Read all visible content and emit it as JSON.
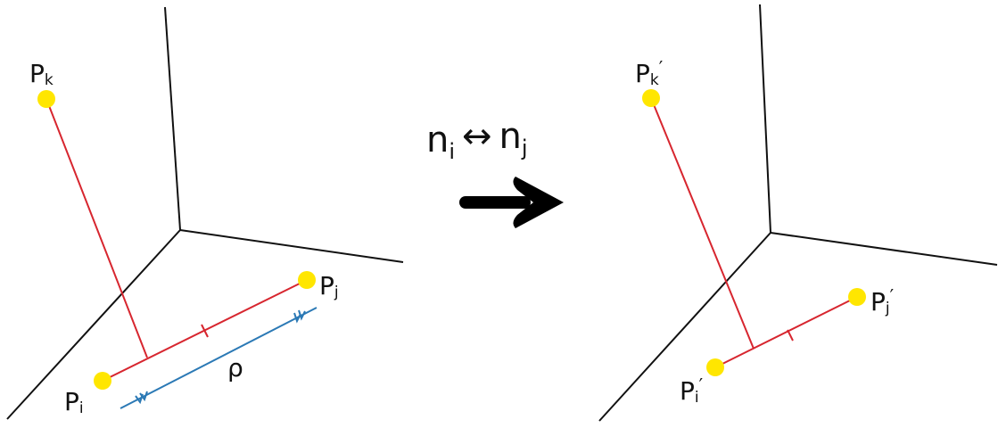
{
  "colors": {
    "axis": "#111111",
    "red": "#d7262f",
    "blue": "#2b79b5",
    "point": "#ffe600",
    "arrow": "#000000"
  },
  "left": {
    "points": {
      "pk": {
        "base": "P",
        "sub": "k",
        "prime": ""
      },
      "pi": {
        "base": "P",
        "sub": "i",
        "prime": ""
      },
      "pj": {
        "base": "P",
        "sub": "j",
        "prime": ""
      }
    },
    "rho_label": "ρ"
  },
  "right": {
    "points": {
      "pk": {
        "base": "P",
        "sub": "k",
        "prime": "′"
      },
      "pi": {
        "base": "P",
        "sub": "i",
        "prime": "′"
      },
      "pj": {
        "base": "P",
        "sub": "j",
        "prime": "′"
      }
    }
  },
  "swap": {
    "left_base": "n",
    "left_sub": "i",
    "symbol": "↔",
    "right_base": "n",
    "right_sub": "j"
  }
}
